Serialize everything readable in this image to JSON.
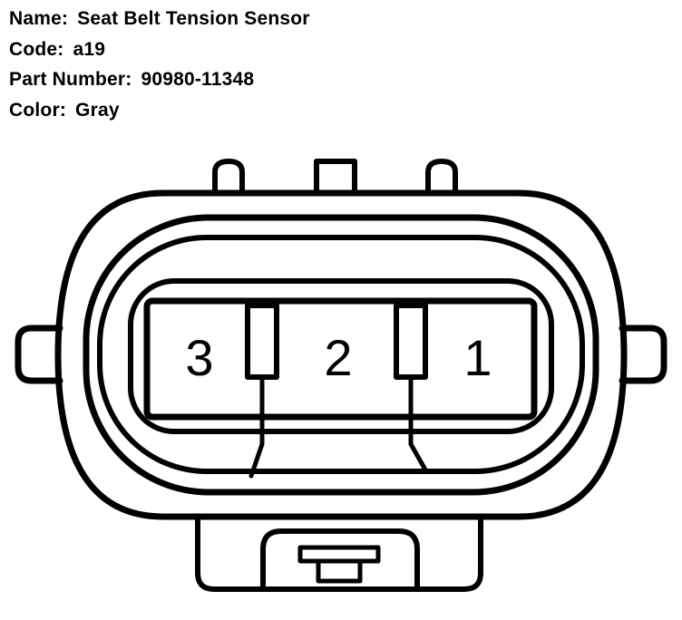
{
  "info": {
    "name_label": "Name:",
    "name_value": "Seat Belt Tension Sensor",
    "code_label": "Code:",
    "code_value": "a19",
    "part_label": "Part Number:",
    "part_value": "90980-11348",
    "color_label": "Color:",
    "color_value": "Gray"
  },
  "connector": {
    "pins": [
      {
        "number": "3"
      },
      {
        "number": "2"
      },
      {
        "number": "1"
      }
    ],
    "stroke_color": "#000000",
    "fill_color": "#ffffff"
  }
}
